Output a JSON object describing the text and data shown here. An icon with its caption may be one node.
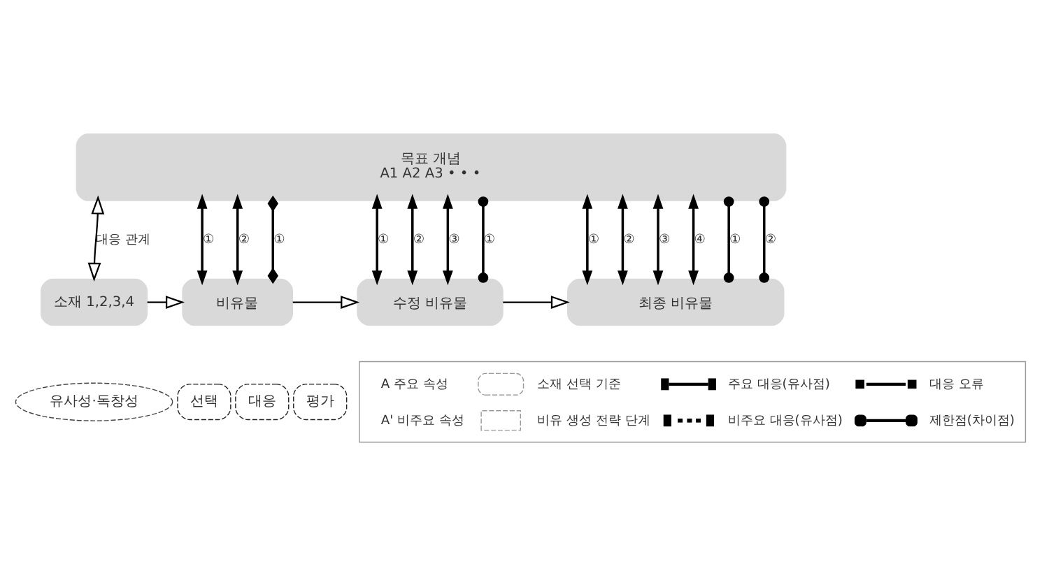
{
  "diagram": {
    "nodes": [
      {
        "text": [
          "목표 개념",
          "A1 A2 A3 • • •"
        ]
      },
      {
        "text": [
          "유사성·독창성"
        ]
      },
      {
        "text": [
          "소재 1,2,3,4"
        ]
      },
      {
        "text": [
          "비유물"
        ]
      },
      {
        "text": [
          "수정 비유물"
        ]
      },
      {
        "text": [
          "최종 비유물"
        ]
      },
      {
        "text": [
          "선택"
        ]
      },
      {
        "text": [
          "대응"
        ]
      },
      {
        "text": [
          "평가"
        ]
      }
    ],
    "edges": [
      {
        "from": 0,
        "to": 2,
        "arrow": "both",
        "label": "대응 관계"
      },
      {
        "from": 0,
        "to": 3,
        "arrow": "both",
        "label": "①"
      },
      {
        "from": 0,
        "to": 3,
        "arrow": "both",
        "label": "②"
      },
      {
        "from": 0,
        "to": 3,
        "arrow": "other",
        "label": "①"
      },
      {
        "from": 0,
        "to": 4,
        "arrow": "both",
        "label": "①"
      },
      {
        "from": 0,
        "to": 4,
        "arrow": "both",
        "label": "②"
      },
      {
        "from": 0,
        "to": 4,
        "arrow": "both",
        "label": "③"
      },
      {
        "from": 0,
        "to": 4,
        "arrow": "other",
        "label": "①"
      },
      {
        "from": 0,
        "to": 5,
        "arrow": "both",
        "label": "①"
      },
      {
        "from": 0,
        "to": 5,
        "arrow": "both",
        "label": "②"
      },
      {
        "from": 0,
        "to": 5,
        "arrow": "both",
        "label": "③"
      },
      {
        "from": 0,
        "to": 5,
        "arrow": "both",
        "label": "④"
      },
      {
        "from": 0,
        "to": 5,
        "arrow": "other",
        "label": "①"
      },
      {
        "from": 0,
        "to": 5,
        "arrow": "other",
        "label": "②"
      },
      {
        "from": 2,
        "to": 3,
        "arrow": "to"
      },
      {
        "from": 3,
        "to": 4,
        "arrow": "to"
      },
      {
        "from": 4,
        "to": 5,
        "arrow": "to"
      }
    ],
    "legend": [
      {
        "text": "A 주요 속성"
      },
      {
        "text": "소재 선택 기준"
      },
      {
        "text": "주요 대응(유사점)"
      },
      {
        "text": "대응 오류"
      },
      {
        "text": "A' 비주요 속성"
      },
      {
        "text": "비유 생성 전략 단계"
      },
      {
        "text": "비주요 대응(유사점)"
      },
      {
        "text": "제한점(차이점)"
      }
    ]
  }
}
